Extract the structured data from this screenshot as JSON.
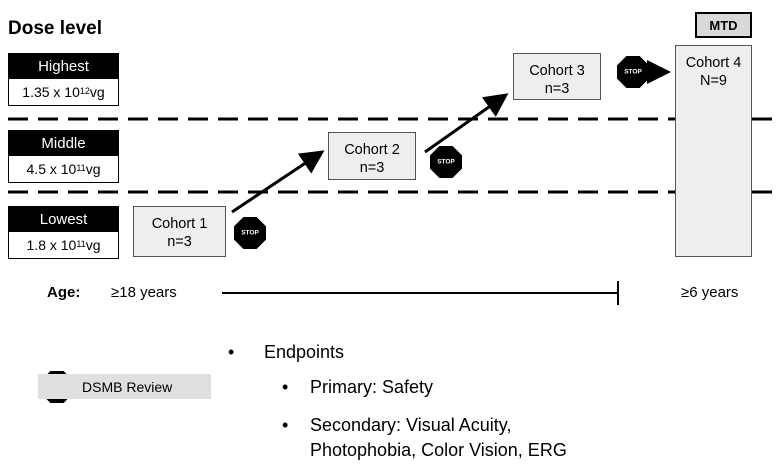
{
  "dose_level_title": "Dose level",
  "dose_levels": [
    {
      "label": "Highest",
      "value_base": "1.35 x 10",
      "value_exp": "12",
      "value_unit": " vg"
    },
    {
      "label": "Middle",
      "value_base": "4.5 x 10",
      "value_exp": "11",
      "value_unit": " vg"
    },
    {
      "label": "Lowest",
      "value_base": "1.8 x 10",
      "value_exp": "11",
      "value_unit": " vg"
    }
  ],
  "cohorts": [
    {
      "name": "Cohort 1",
      "n": "n=3"
    },
    {
      "name": "Cohort 2",
      "n": "n=3"
    },
    {
      "name": "Cohort 3",
      "n": "n=3"
    },
    {
      "name": "Cohort 4",
      "n": "N=9"
    }
  ],
  "mtd_label": "MTD",
  "stop_sign_text": "STOP",
  "age": {
    "label": "Age:",
    "adult": "≥18 years",
    "child": "≥6 years"
  },
  "legend": {
    "text": "DSMB Review"
  },
  "endpoints": {
    "title": "Endpoints",
    "primary": "Primary: Safety",
    "secondary_line1": "Secondary: Visual Acuity,",
    "secondary_line2": "Photophobia, Color Vision, ERG"
  },
  "colors": {
    "stop_sign": "#000000",
    "cohort_fill": "#eeeeee",
    "legend_fill": "#e0e0e0",
    "mtd_fill": "#d9d9d9"
  }
}
